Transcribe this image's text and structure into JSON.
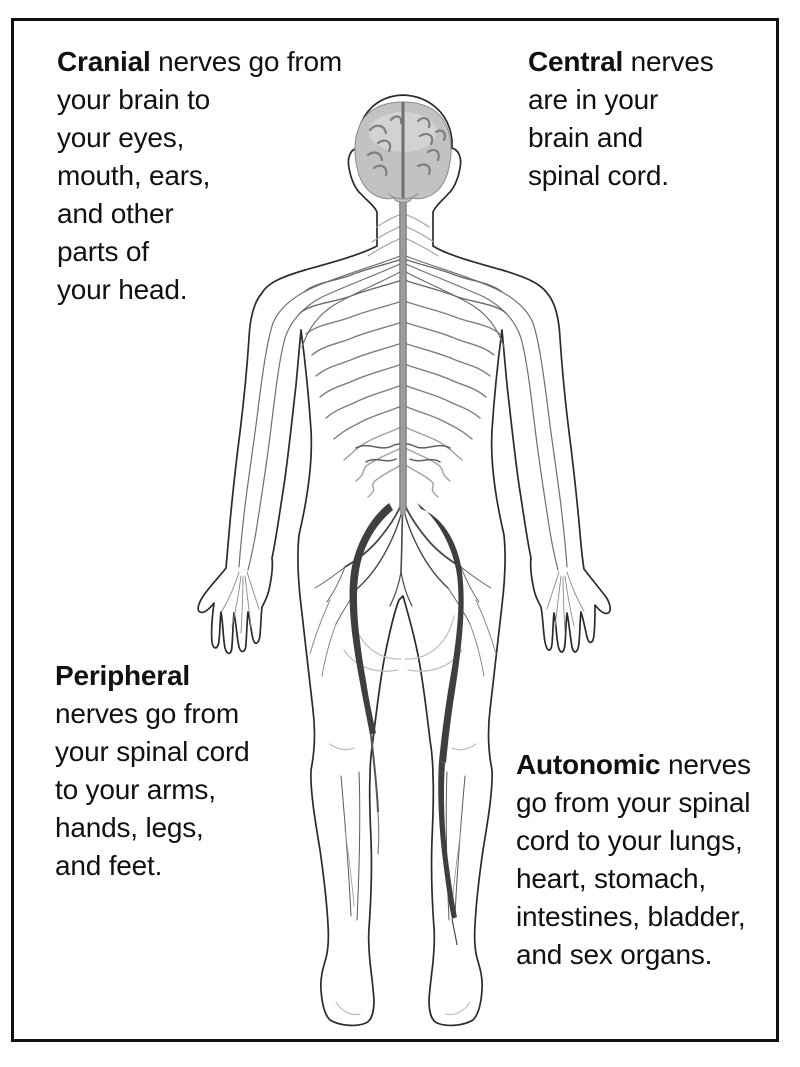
{
  "page": {
    "background": "#ffffff",
    "border_color": "#111111",
    "text_color": "#111111"
  },
  "labels": {
    "cranial": {
      "term": "Cranial",
      "rest": " nerves go from",
      "lines": [
        "your brain to",
        "your eyes,",
        "mouth, ears,",
        "and other",
        "parts of",
        "your head."
      ]
    },
    "central": {
      "term": "Central",
      "rest": " nerves",
      "lines": [
        "are in your",
        "brain and",
        "spinal cord."
      ]
    },
    "peripheral": {
      "term": "Peripheral",
      "rest": "",
      "lines": [
        "nerves go from",
        "your spinal cord",
        "to your arms,",
        "hands, legs,",
        "and feet."
      ]
    },
    "autonomic": {
      "term": "Autonomic",
      "rest": " nerves",
      "lines": [
        "go from your spinal",
        "cord to your lungs,",
        "heart, stomach,",
        "intestines, bladder,",
        "and sex organs."
      ]
    }
  },
  "figure": {
    "name": "human-nervous-system-back-view",
    "colors": {
      "outline": "#2b2b2b",
      "body_fill": "#ffffff",
      "brain_fill": "#c2c2c2",
      "brain_detail": "#7e7e7e",
      "cord": "#9c9c9c",
      "cord_edge": "#6e6e6e",
      "nerve": "#7d7d7d",
      "nerve_dark": "#666666",
      "nerve_light": "#a0a0a0",
      "deep_nerve": "#3f3f3f",
      "faint": "#bdbdbd"
    }
  }
}
